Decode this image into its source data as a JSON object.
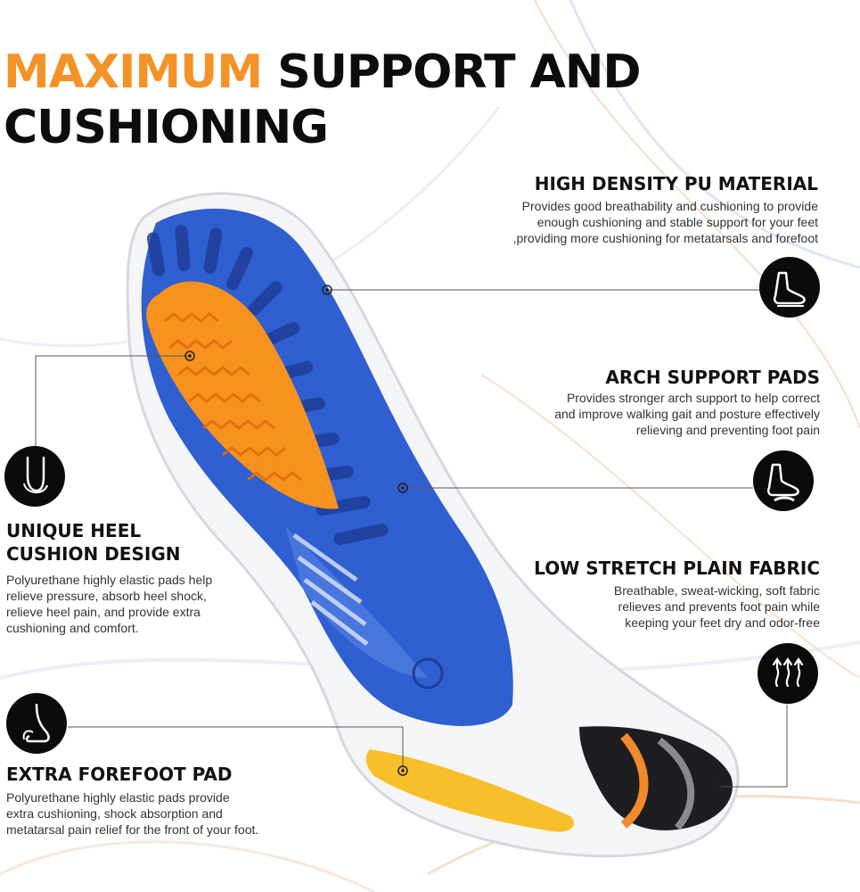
{
  "headline": {
    "accent": "MAXIMUM",
    "rest_line1": " SUPPORT AND",
    "line2": "CUSHIONING"
  },
  "features": [
    {
      "title": "HIGH DENSITY PU MATERIAL",
      "desc": [
        "Provides good breathability and cushioning to provide",
        "enough cushioning and stable support for your feet",
        ",providing more cushioning for metatarsals and forefoot"
      ],
      "icon": "foot-side-icon"
    },
    {
      "title": "ARCH SUPPORT PADS",
      "desc": [
        "Provides stronger arch support to help correct",
        "and improve walking gait and posture effectively",
        "relieving and preventing foot pain"
      ],
      "icon": "foot-arch-icon"
    },
    {
      "title": "LOW STRETCH PLAIN FABRIC",
      "desc": [
        "Breathable, sweat-wicking, soft fabric",
        "relieves and prevents foot pain while",
        "keeping your feet dry and odor-free"
      ],
      "icon": "breathable-arrows-icon"
    },
    {
      "title": "UNIQUE HEEL",
      "title2": "CUSHION DESIGN",
      "desc": [
        "Polyurethane highly elastic pads help",
        "relieve pressure, absorb heel shock,",
        "relieve heel pain, and provide extra",
        "cushioning and comfort."
      ],
      "icon": "heel-icon"
    },
    {
      "title": "EXTRA FOREFOOT PAD",
      "desc": [
        "Polyurethane highly elastic pads provide",
        "extra cushioning, shock absorption and",
        "metatarsal pain relief for the front of your foot."
      ],
      "icon": "forefoot-icon"
    }
  ],
  "colors": {
    "accent_orange": "#f39227",
    "insole_blue": "#2f5fd0",
    "heel_pad_orange": "#f7921e",
    "forefoot_pad_yellow": "#f7c02a",
    "icon_bg": "#0b0b0b"
  }
}
